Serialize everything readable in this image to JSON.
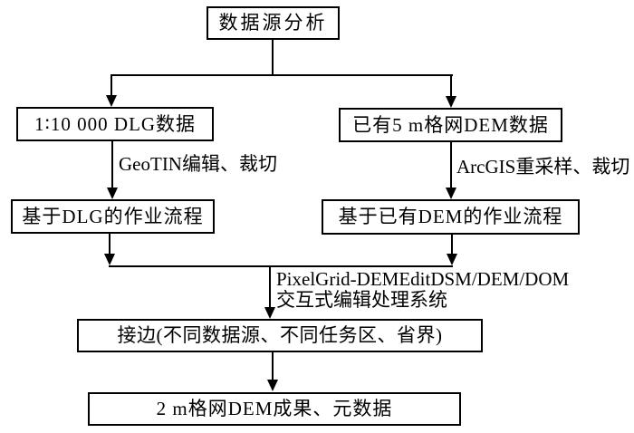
{
  "diagram": {
    "background": "#ffffff",
    "line_color": "#000000",
    "nodes": {
      "source_analysis": {
        "label": "数据源分析"
      },
      "dlg_data": {
        "label": "1∶10 000 DLG数据"
      },
      "existing_dem_data": {
        "label": "已有5 m格网DEM数据"
      },
      "dlg_workflow": {
        "label": "基于DLG的作业流程"
      },
      "existing_dem_workflow": {
        "label": "基于已有DEM的作业流程"
      },
      "edge_matching": {
        "label": "接边(不同数据源、不同任务区、省界)"
      },
      "final_result": {
        "label": "2 m格网DEM成果、元数据"
      }
    },
    "edge_labels": {
      "geotin": "GeoTIN编辑、裁切",
      "arcgis": "ArcGIS重采样、裁切",
      "pixelgrid_line1": "PixelGrid-DEMEditDSM/DEM/DOM",
      "pixelgrid_line2": "交互式编辑处理系统"
    }
  }
}
